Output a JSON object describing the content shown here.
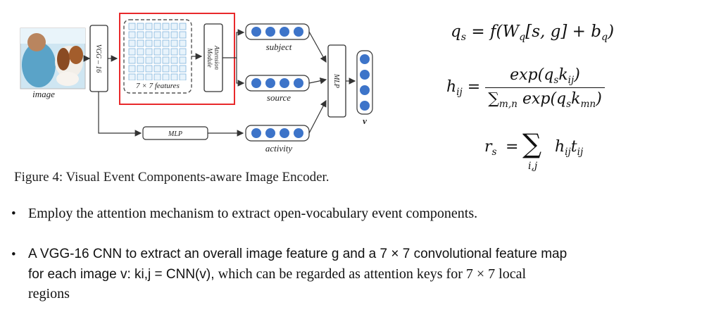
{
  "diagram": {
    "image_label": "image",
    "vgg_label": "VGG – 16",
    "features_label": "7 × 7 features",
    "attention_label_1": "Attension",
    "attention_label_2": "Module",
    "subject_label": "subject",
    "source_label": "source",
    "activity_label": "activity",
    "mlp_label": "MLP",
    "mlp_right_label": "MLP",
    "v_label": "v",
    "highlight_color": "#e8292b",
    "node_color": "#3d74c9"
  },
  "figure": {
    "caption": "Figure 4: Visual Event Components-aware Image Encoder."
  },
  "equations": {
    "eq1_lhs": "q",
    "eq1_lhs_sub": "s",
    "eq1_rhs": "= f(W",
    "eq1_rhs_sub": "q",
    "eq1_rhs_2": "[s, g] + b",
    "eq1_rhs_sub2": "q",
    "eq1_rhs_3": ")",
    "eq2_lhs": "h",
    "eq2_lhs_sub": "ij",
    "eq2_num": "exp(q",
    "eq2_num_sub1": "s",
    "eq2_num_2": "k",
    "eq2_num_sub2": "ij",
    "eq2_num_3": ")",
    "eq2_den_sum": "∑",
    "eq2_den_sub": "m,n",
    "eq2_den": "exp(q",
    "eq2_den_sub1": "s",
    "eq2_den_2": "k",
    "eq2_den_sub2": "mn",
    "eq2_den_3": ")",
    "eq3_lhs": "r",
    "eq3_lhs_sub": "s",
    "eq3_eq": "=",
    "eq3_sum": "∑",
    "eq3_sum_sub": "i,j",
    "eq3_rhs": "h",
    "eq3_rhs_sub": "ij",
    "eq3_rhs_2": "t",
    "eq3_rhs_sub2": "ij"
  },
  "bullets": [
    {
      "marker": "•",
      "text": "Employ the attention mechanism to extract open-vocabulary event components."
    },
    {
      "marker": "•",
      "line1": "A VGG-16 CNN to extract an overall image feature g and a 7 × 7 convolutional feature map",
      "line2_sans": "for each image v: ki,j = CNN(v), ",
      "line2_serif": "which can be regarded as attention keys for  7 ×  7  local",
      "line3": "regions"
    }
  ]
}
